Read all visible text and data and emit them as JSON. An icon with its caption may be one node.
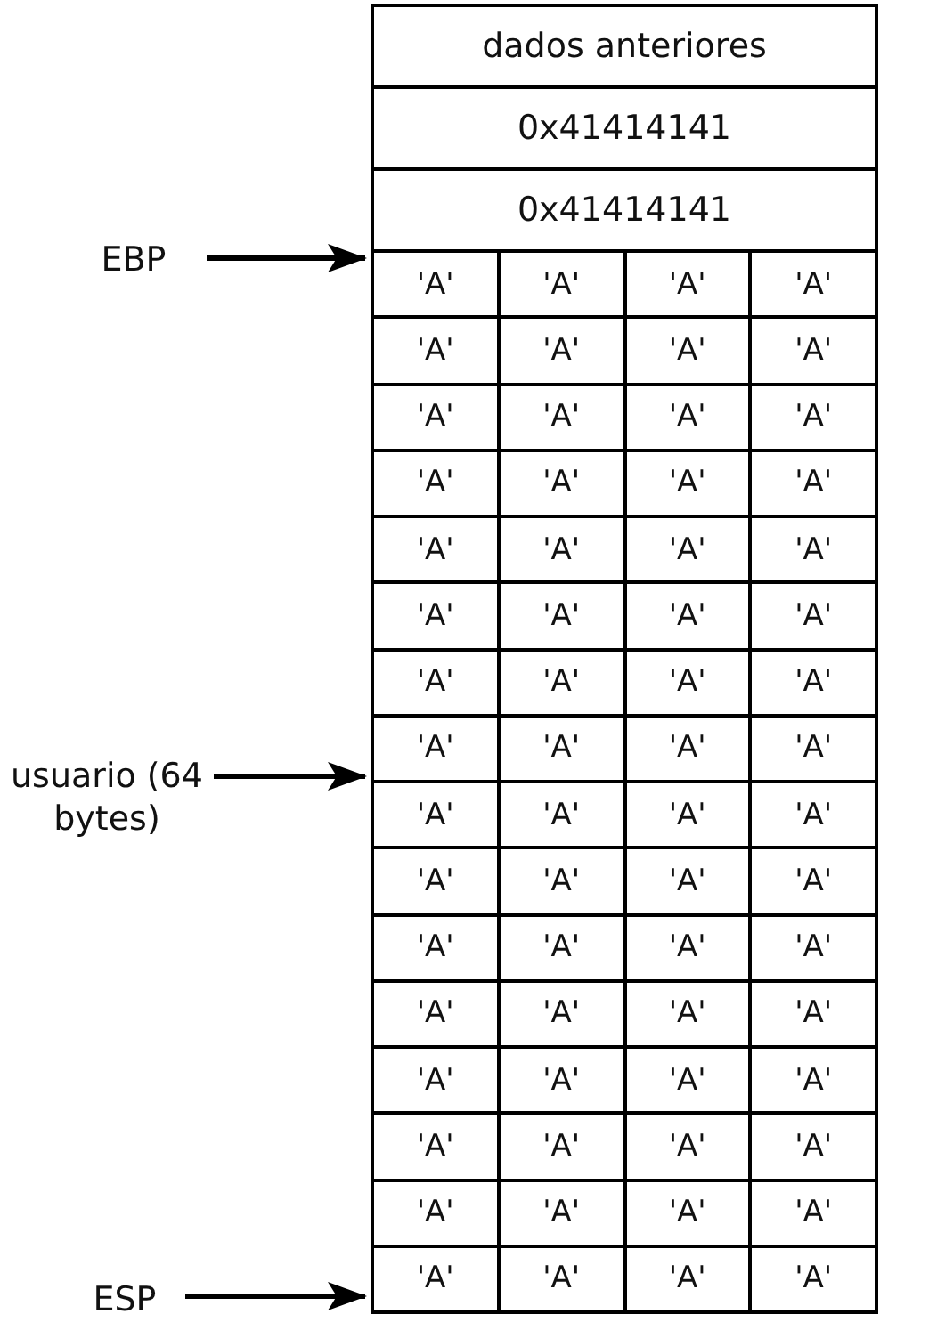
{
  "diagram": {
    "nodes": [
      {
        "text": [
          "dados anteriores"
        ]
      },
      {
        "text": [
          "0x41414141"
        ]
      },
      {
        "text": [
          "0x41414141"
        ]
      },
      {
        "text": [],
        "shape": "box"
      },
      {
        "text": [
          "EBP"
        ]
      },
      {
        "text": [
          "usuario (64 bytes)"
        ]
      },
      {
        "text": [
          "ESP"
        ]
      }
    ],
    "edges": [
      {
        "from": 4,
        "to": 3,
        "arrow": "to"
      },
      {
        "from": 5,
        "to": 3,
        "arrow": "to"
      },
      {
        "from": 6,
        "to": 3,
        "arrow": "to"
      }
    ],
    "labels": [
      "'A'",
      "'A'",
      "'A'",
      "'A'",
      "'A'",
      "'A'",
      "'A'",
      "'A'",
      "'A'",
      "'A'",
      "'A'",
      "'A'",
      "'A'",
      "'A'",
      "'A'",
      "'A'",
      "'A'",
      "'A'",
      "'A'",
      "'A'",
      "'A'",
      "'A'",
      "'A'",
      "'A'",
      "'A'",
      "'A'",
      "'A'",
      "'A'",
      "'A'",
      "'A'",
      "'A'",
      "'A'",
      "'A'",
      "'A'",
      "'A'",
      "'A'",
      "'A'",
      "'A'",
      "'A'",
      "'A'",
      "'A'",
      "'A'",
      "'A'",
      "'A'",
      "'A'",
      "'A'",
      "'A'",
      "'A'",
      "'A'",
      "'A'",
      "'A'",
      "'A'",
      "'A'",
      "'A'",
      "'A'",
      "'A'",
      "'A'",
      "'A'",
      "'A'",
      "'A'",
      "'A'",
      "'A'",
      "'A'",
      "'A'"
    ]
  }
}
